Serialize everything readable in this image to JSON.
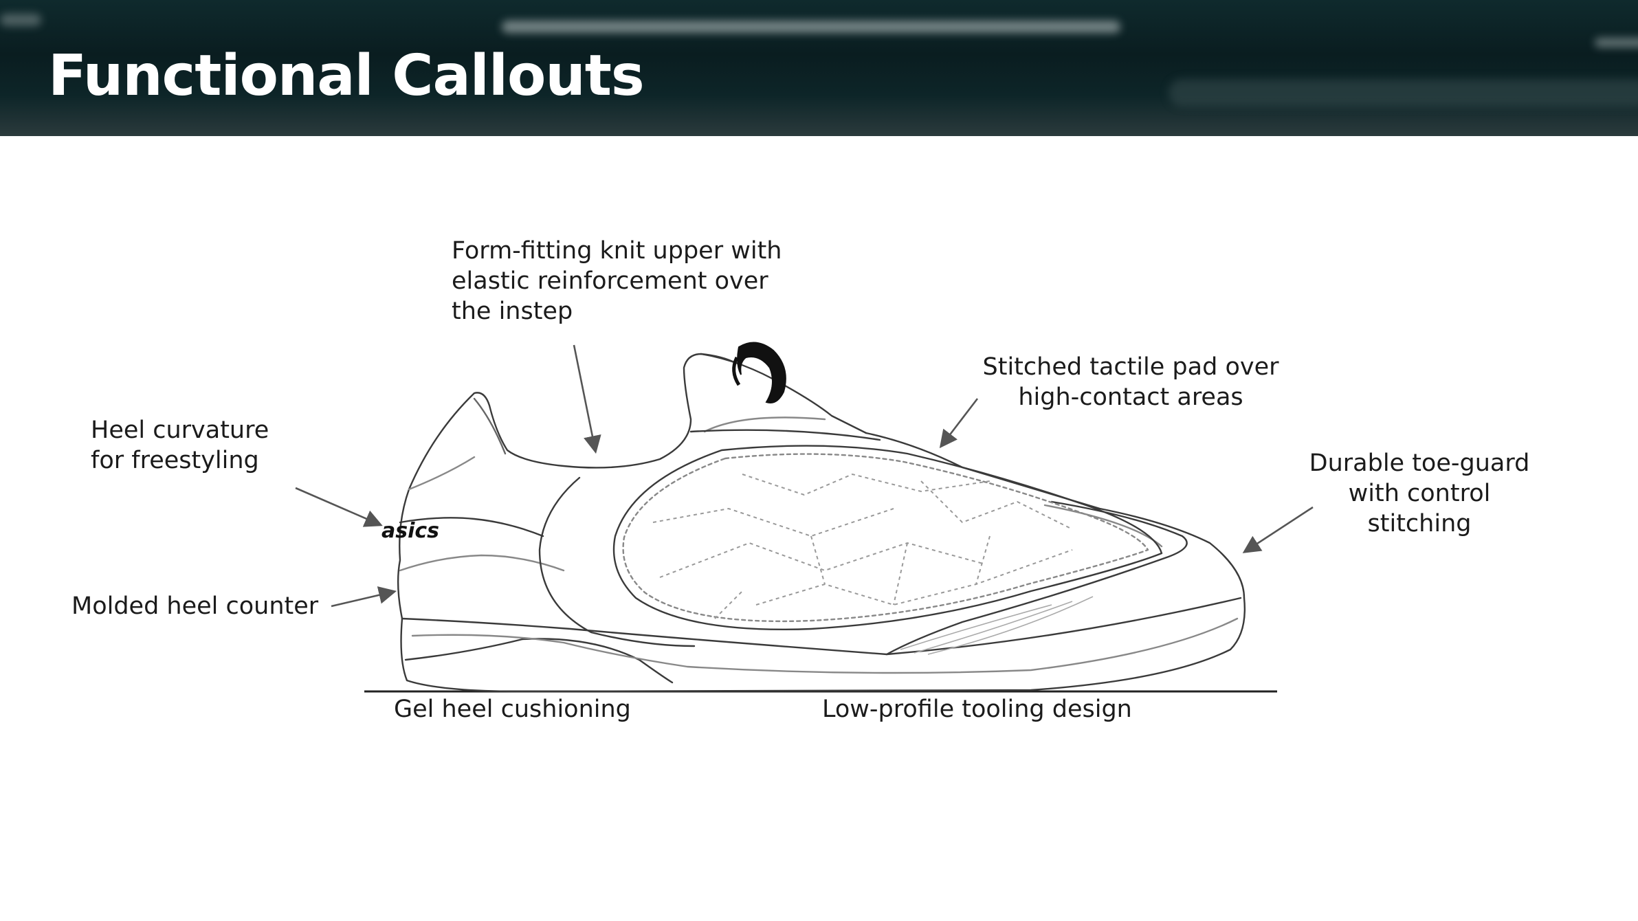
{
  "title": "Functional Callouts",
  "brand_logo_text": "asics",
  "callouts": {
    "knit_upper": "Form-fitting knit upper with\nelastic reinforcement over\nthe instep",
    "tactile_pad": "Stitched tactile pad over\nhigh-contact areas",
    "heel_curvature": "Heel curvature\nfor freestyling",
    "toe_guard": "Durable toe-guard\nwith control\nstitching",
    "heel_counter": "Molded heel counter",
    "gel_heel": "Gel heel cushioning",
    "low_profile": "Low-profile tooling design"
  },
  "colors": {
    "banner": "#0f2a2d",
    "title_text": "#ffffff",
    "line_art": "#3a3a3a",
    "arrow": "#555555"
  }
}
